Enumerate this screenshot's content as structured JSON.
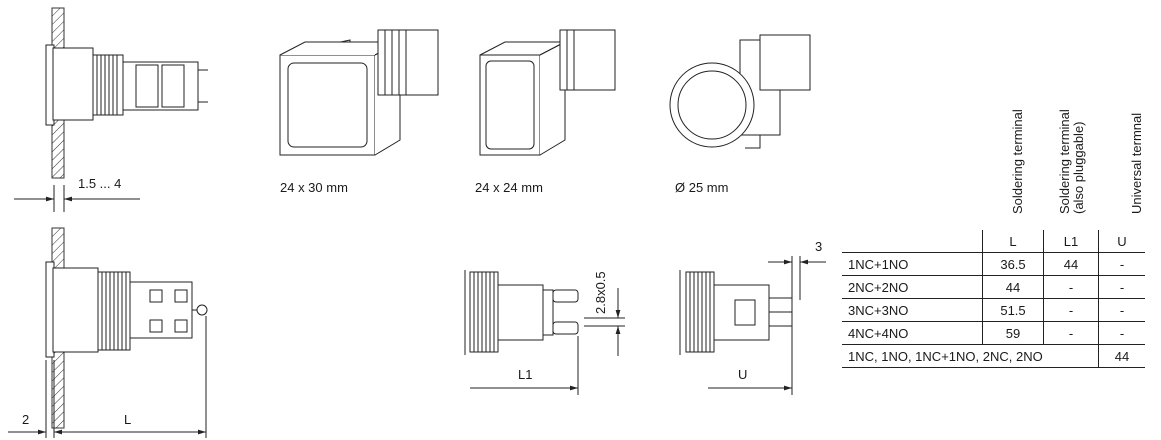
{
  "dimensions": {
    "panel_thickness": "1.5 ... 4",
    "gap": "2",
    "length": "L",
    "length_l1": "L1",
    "length_u": "U",
    "pin_size": "2.8x0.5",
    "pin_offset": "3"
  },
  "variants": [
    {
      "label": "24 x 30 mm"
    },
    {
      "label": "24 x 24 mm"
    },
    {
      "label": "Ø 25 mm"
    }
  ],
  "table": {
    "header_labels": [
      "Soldering terminal",
      "Soldering terminal (also pluggable)",
      "Universal termnal"
    ],
    "header_line2": "(also pluggable)",
    "header_line1": "Soldering terminal",
    "columns": [
      "L",
      "L1",
      "U"
    ],
    "rows": [
      {
        "contacts": "1NC+1NO",
        "L": "36.5",
        "L1": "44",
        "U": "-"
      },
      {
        "contacts": "2NC+2NO",
        "L": "44",
        "L1": "-",
        "U": "-"
      },
      {
        "contacts": "3NC+3NO",
        "L": "51.5",
        "L1": "-",
        "U": "-"
      },
      {
        "contacts": "4NC+4NO",
        "L": "59",
        "L1": "-",
        "U": "-"
      }
    ],
    "span_row": {
      "contacts": "1NC, 1NO, 1NC+1NO, 2NC, 2NO",
      "U": "44"
    }
  }
}
